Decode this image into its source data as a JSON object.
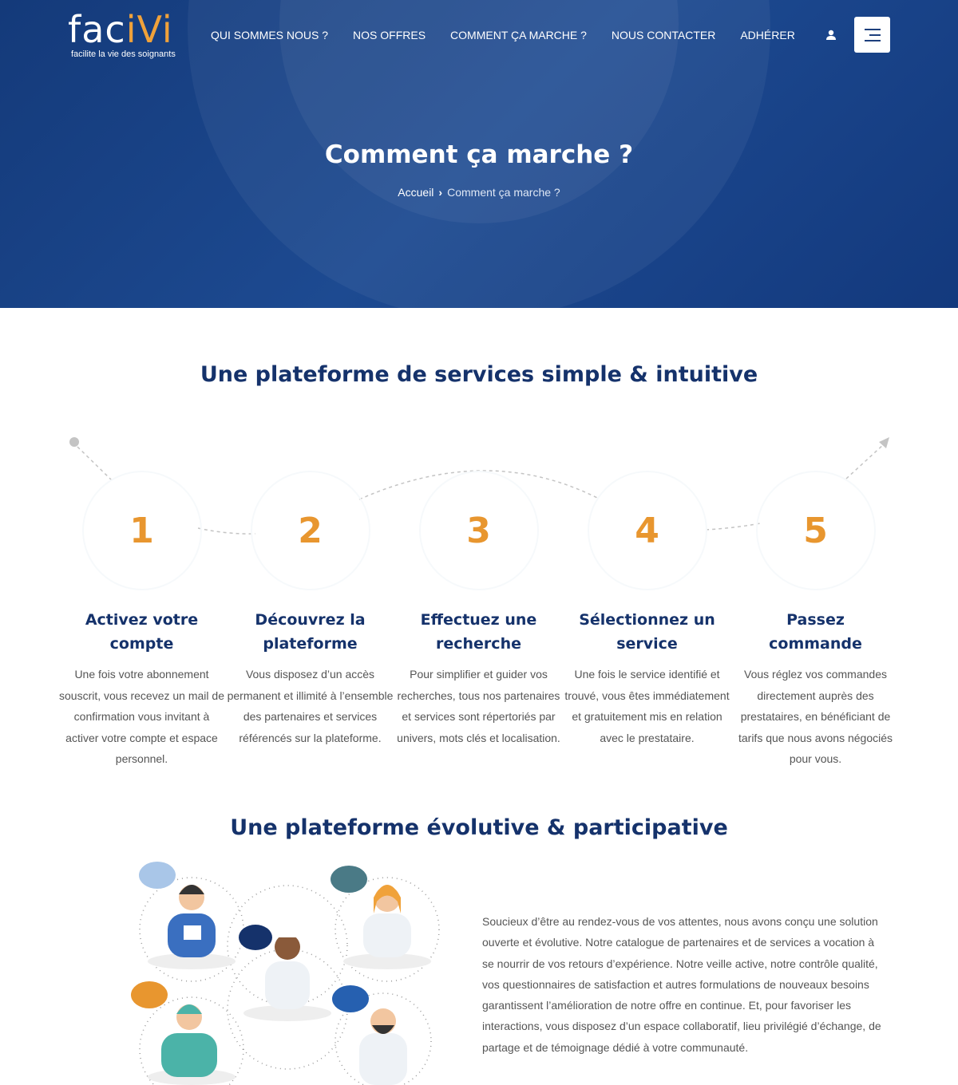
{
  "header": {
    "logo_word_a": "fac",
    "logo_word_b": "iVi",
    "logo_tagline": "facilite la vie des soignants",
    "menu": [
      "QUI SOMMES NOUS ?",
      "NOS OFFRES",
      "COMMENT ÇA MARCHE ?",
      "NOUS CONTACTER",
      "ADHÉRER"
    ]
  },
  "hero": {
    "title": "Comment ça marche ?",
    "breadcrumb": {
      "home": "Accueil",
      "current": "Comment ça marche ?"
    }
  },
  "section1": {
    "title": "Une plateforme de services simple & intuitive",
    "steps": [
      {
        "number": "1",
        "title": "Activez votre compte",
        "text": "Une fois votre abonnement souscrit, vous recevez un mail de confirmation vous invitant à activer votre compte et espace personnel."
      },
      {
        "number": "2",
        "title": "Découvrez la plateforme",
        "text": "Vous disposez d’un accès permanent et illimité à l’ensemble des partenaires et services référencés sur la plateforme."
      },
      {
        "number": "3",
        "title": "Effectuez une recherche",
        "text": "Pour simplifier et guider vos recherches, tous nos partenaires et services sont répertoriés par univers, mots clés et localisation."
      },
      {
        "number": "4",
        "title": "Sélectionnez un service",
        "text": "Une fois le service identifié et trouvé, vous êtes immédiatement et gratuitement mis en relation avec le prestataire."
      },
      {
        "number": "5",
        "title": "Passez commande",
        "text": "Vous réglez vos commandes directement auprès des prestataires, en bénéficiant de tarifs que nous avons négociés pour vous."
      }
    ]
  },
  "section2": {
    "title": "Une plateforme évolutive & participative",
    "text": "Soucieux d’être au rendez-vous de vos attentes, nous avons conçu une solution ouverte et évolutive. Notre catalogue de partenaires et de services a vocation à se nourrir de vos retours d’expérience. Notre veille active, notre contrôle qualité, vos questionnaires de satisfaction et autres formulations de nouveaux besoins garantissent l’amélioration de notre offre en continue. Et, pour favoriser les interactions, vous disposez d’un espace collaboratif, lieu privilégié d’échange, de partage et de témoignage dédié à votre communauté."
  },
  "colors": {
    "navy": "#15326b",
    "hero_blue": "#1d4a91",
    "orange": "#e8962f"
  }
}
